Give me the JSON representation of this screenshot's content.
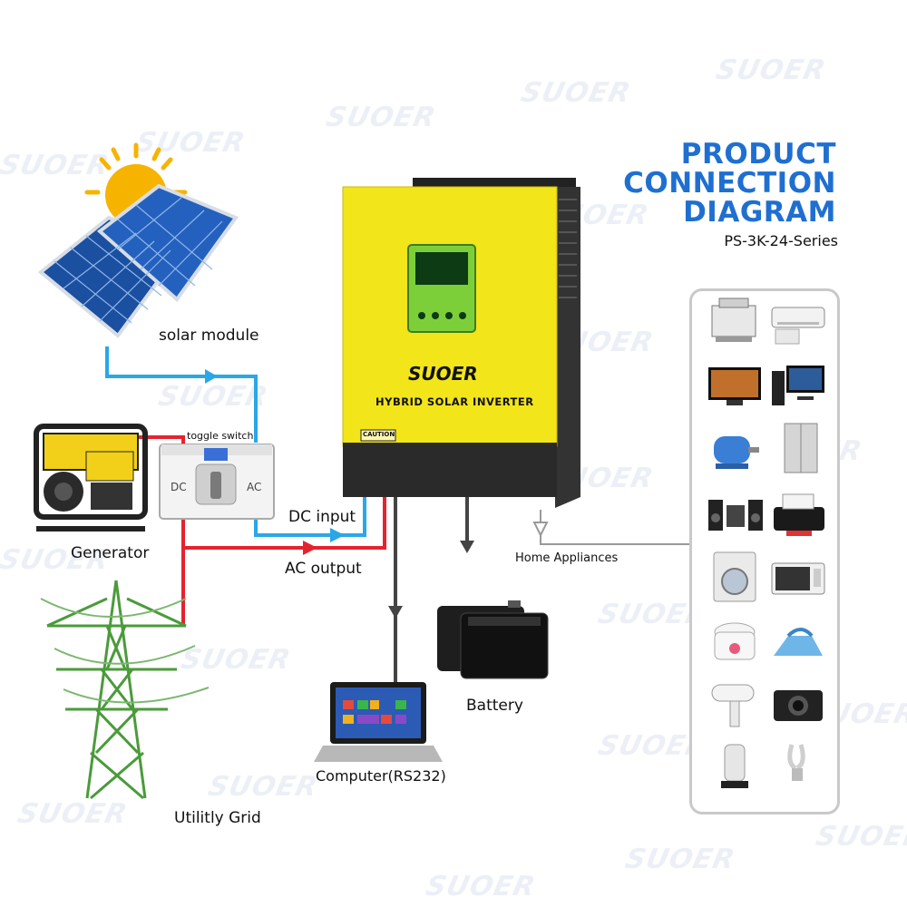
{
  "title": {
    "line1": "PRODUCT",
    "line2": "CONNECTION",
    "line3": "DIAGRAM",
    "model": "PS-3K-24-Series"
  },
  "watermark": "SUOER",
  "inverter": {
    "brand": "SUOER",
    "name": "HYBRID SOLAR INVERTER",
    "caution": "CAUTION",
    "body_color": "#f2e51a",
    "bottom_color": "#2a2a2a"
  },
  "labels": {
    "solar_module": "solar module",
    "toggle_switch": "toggle switch",
    "dc": "DC",
    "ac": "AC",
    "generator": "Generator",
    "dc_input": "DC input",
    "ac_output": "AC output",
    "utility_grid": "Utilitly Grid",
    "computer": "Computer(RS232)",
    "battery": "Battery",
    "home_appliances": "Home Appliances"
  },
  "appliances": [
    {
      "name": "printer",
      "icon": "printer-icon"
    },
    {
      "name": "air conditioner",
      "icon": "air-conditioner-icon"
    },
    {
      "name": "television",
      "icon": "tv-icon"
    },
    {
      "name": "desktop computer",
      "icon": "desktop-icon"
    },
    {
      "name": "motor",
      "icon": "motor-icon"
    },
    {
      "name": "refrigerator",
      "icon": "fridge-icon"
    },
    {
      "name": "stereo",
      "icon": "stereo-icon"
    },
    {
      "name": "photo printer",
      "icon": "photo-printer-icon"
    },
    {
      "name": "washing machine",
      "icon": "washer-icon"
    },
    {
      "name": "microwave",
      "icon": "microwave-icon"
    },
    {
      "name": "rice cooker",
      "icon": "rice-cooker-icon"
    },
    {
      "name": "iron",
      "icon": "iron-icon"
    },
    {
      "name": "hair dryer",
      "icon": "hair-dryer-icon"
    },
    {
      "name": "camera",
      "icon": "camera-icon"
    },
    {
      "name": "juicer",
      "icon": "juicer-icon"
    },
    {
      "name": "light bulb",
      "icon": "bulb-icon"
    }
  ],
  "colors": {
    "dc_line": "#2aa7e6",
    "ac_line": "#e5232f",
    "signal_line": "#444444",
    "title": "#1f6fd1"
  }
}
